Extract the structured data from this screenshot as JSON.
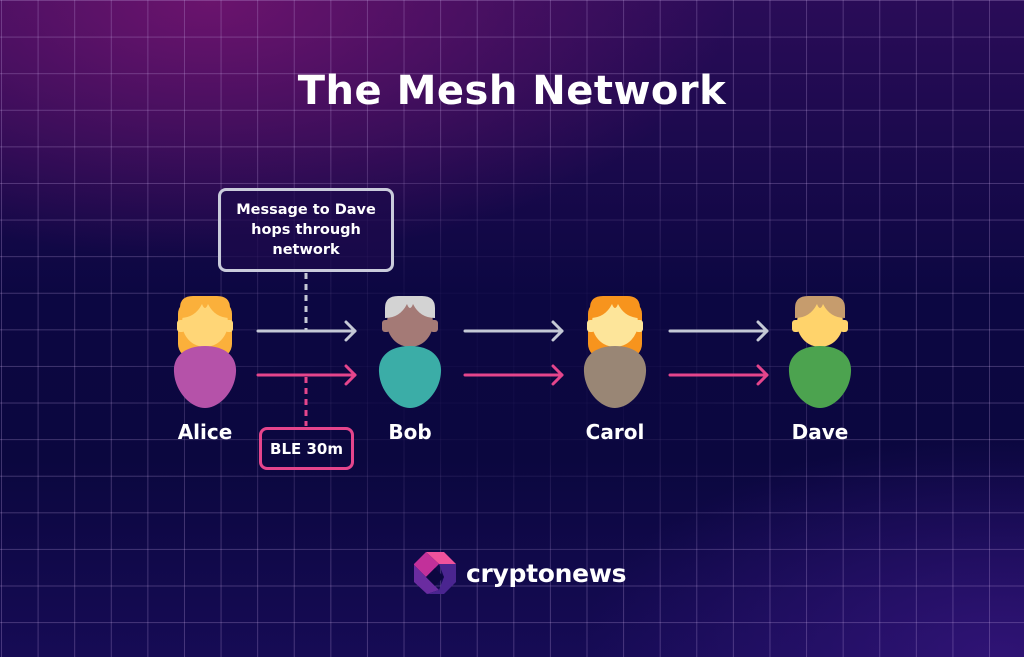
{
  "title": "The Mesh Network",
  "callout": {
    "lines": [
      "Message to Dave",
      "hops through",
      "network"
    ]
  },
  "range_badge": {
    "label": "BLE 30m"
  },
  "nodes": [
    {
      "name": "Alice",
      "hair": "#fbb03b",
      "face": "#ffd677",
      "body": "#b552a9",
      "long_hair": true
    },
    {
      "name": "Bob",
      "hair": "#d3d3d3",
      "face": "#a47a76",
      "body": "#3bada7",
      "long_hair": false
    },
    {
      "name": "Carol",
      "hair": "#f7941d",
      "face": "#fde59a",
      "body": "#998675",
      "long_hair": true
    },
    {
      "name": "Dave",
      "hair": "#c69c6d",
      "face": "#ffd36b",
      "body": "#4ca34f",
      "long_hair": false
    }
  ],
  "links": [
    {
      "from": "Alice",
      "to": "Bob"
    },
    {
      "from": "Bob",
      "to": "Carol"
    },
    {
      "from": "Carol",
      "to": "Dave"
    }
  ],
  "colors": {
    "message_path": "#c5c9d6",
    "ble_path": "#e5458c",
    "text": "#ffffff"
  },
  "brand": {
    "name": "cryptonews",
    "colors": [
      "#f0529c",
      "#c2309a",
      "#6a2ca0",
      "#4a2590"
    ]
  }
}
